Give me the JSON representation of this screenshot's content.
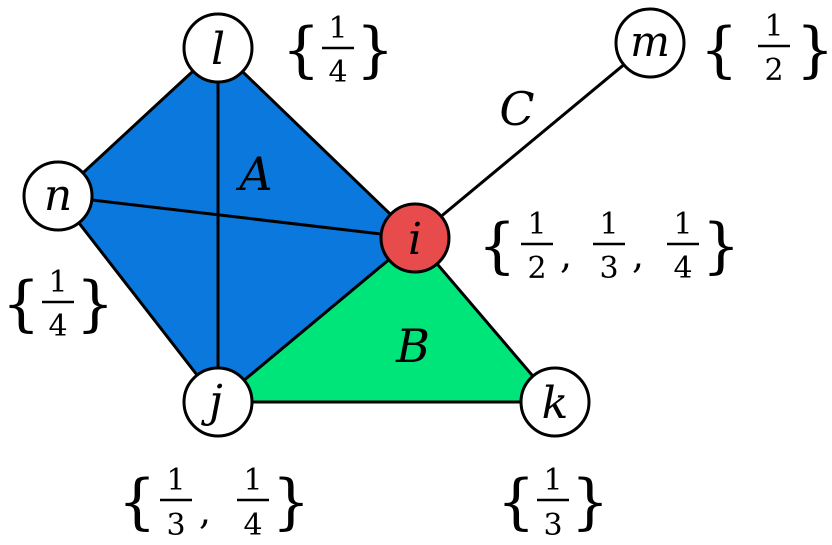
{
  "colors": {
    "hyperedge_a": "#0a78dc",
    "hyperedge_b": "#00e57a",
    "highlight_node": "#e84b4b",
    "node": "#ffffff",
    "stroke": "#000000"
  },
  "hyperedges": [
    {
      "label": "A",
      "color": "#0a78dc",
      "nodes": [
        "l",
        "n",
        "j",
        "i"
      ]
    },
    {
      "label": "B",
      "color": "#00e57a",
      "nodes": [
        "i",
        "j",
        "k"
      ]
    },
    {
      "label": "C",
      "color": null,
      "nodes": [
        "i",
        "m"
      ]
    }
  ],
  "nodes": [
    {
      "id": "l",
      "label": "l",
      "highlighted": false,
      "set": [
        {
          "num": "1",
          "den": "4"
        }
      ]
    },
    {
      "id": "m",
      "label": "m",
      "highlighted": false,
      "set": [
        {
          "num": "1",
          "den": "2"
        }
      ]
    },
    {
      "id": "n",
      "label": "n",
      "highlighted": false,
      "set": [
        {
          "num": "1",
          "den": "4"
        }
      ]
    },
    {
      "id": "i",
      "label": "i",
      "highlighted": true,
      "set": [
        {
          "num": "1",
          "den": "2"
        },
        {
          "num": "1",
          "den": "3"
        },
        {
          "num": "1",
          "den": "4"
        }
      ]
    },
    {
      "id": "j",
      "label": "j",
      "highlighted": false,
      "set": [
        {
          "num": "1",
          "den": "3"
        },
        {
          "num": "1",
          "den": "4"
        }
      ]
    },
    {
      "id": "k",
      "label": "k",
      "highlighted": false,
      "set": [
        {
          "num": "1",
          "den": "3"
        }
      ]
    }
  ]
}
